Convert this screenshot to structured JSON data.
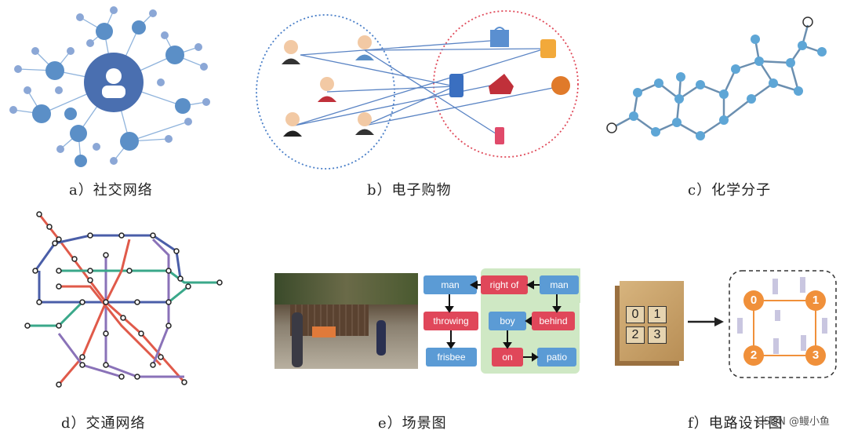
{
  "captions": {
    "a": "a）社交网络",
    "b": "b）电子购物",
    "c": "c）化学分子",
    "d": "d）交通网络",
    "e": "e）场景图",
    "f": "f）电路设计图"
  },
  "scene_graph": {
    "nodes": {
      "man1": "man",
      "right_of": "right of",
      "man2": "man",
      "throwing": "throwing",
      "boy": "boy",
      "behind": "behind",
      "frisbee": "frisbee",
      "on": "on",
      "patio": "patio"
    }
  },
  "circuit": {
    "grid_cells": [
      "0",
      "1",
      "2",
      "3"
    ],
    "nodes": [
      "0",
      "1",
      "2",
      "3"
    ]
  },
  "watermark": "CSDN @鳗小鱼",
  "colors": {
    "social_node": "#5b8fc7",
    "social_center": "#4a6fb0",
    "molecule_atom": "#5ea6d6",
    "scene_blue": "#5b9bd5",
    "scene_red": "#e0475a",
    "scene_green_bg": "#cfe8c4",
    "circuit_node": "#f0903a",
    "metro_red": "#e05a4a",
    "metro_blue": "#4a5ea8",
    "metro_purple": "#8a72b8",
    "metro_green": "#3aa88a"
  }
}
